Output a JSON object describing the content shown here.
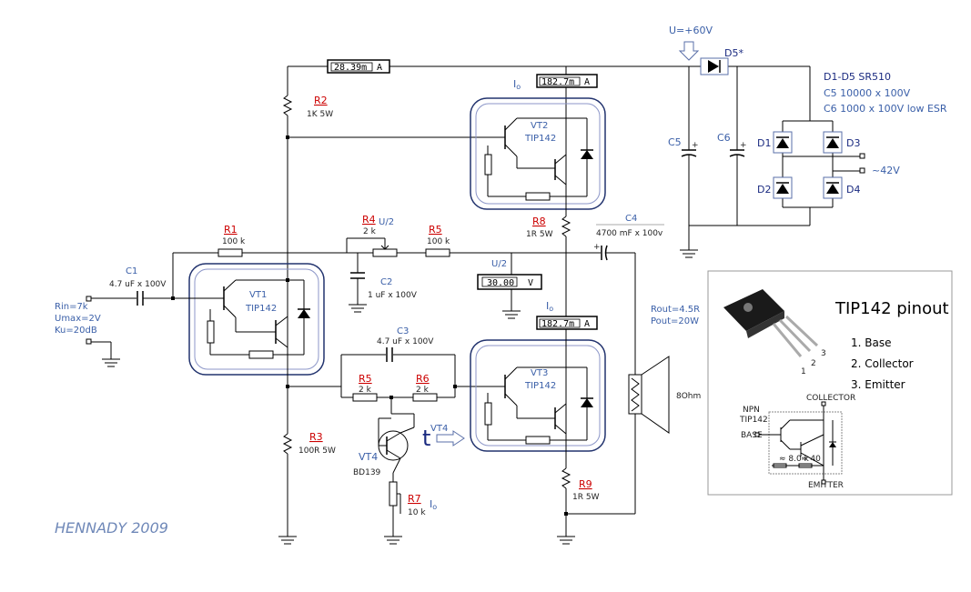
{
  "supply": {
    "voltage_label": "U=+60V",
    "ac_label": "~42V"
  },
  "parts_notes": {
    "line1": "D1-D5 SR510",
    "line2": "C5 10000 x 100V",
    "line3": "C6 1000 x 100V low ESR"
  },
  "meters": {
    "top": "28.39m",
    "top_unit": "A",
    "vt2": "182.7m",
    "vt2_unit": "A",
    "mid": "30.00",
    "mid_unit": "V",
    "vt3": "182.7m",
    "vt3_unit": "A"
  },
  "current_marks": {
    "io": "I",
    "io_sub": "o"
  },
  "resistors": {
    "r1_name": "R1",
    "r1_val": "100 k",
    "r2_name": "R2",
    "r2_val": "1K 5W",
    "r3_name": "R3",
    "r3_val": "100R 5W",
    "r4_name": "R4",
    "r4_val": "2 k",
    "r4_note": "U/2",
    "r5_name": "R5",
    "r5_val": "100 k",
    "r5b_name": "R5",
    "r5b_val": "2 k",
    "r6_name": "R6",
    "r6_val": "2 k",
    "r7_name": "R7",
    "r7_val": "10 k",
    "r8_name": "R8",
    "r8_val": "1R 5W",
    "r9_name": "R9",
    "r9_val": "1R 5W"
  },
  "capacitors": {
    "c1_name": "C1",
    "c1_val": "4.7 uF x 100V",
    "c2_name": "C2",
    "c2_val": "1 uF x 100V",
    "c3_name": "C3",
    "c3_val": "4.7 uF x 100V",
    "c4_name": "C4",
    "c4_val": "4700 mF x 100v",
    "c5_name": "C5",
    "c6_name": "C6"
  },
  "transistors": {
    "vt1_name": "VT1",
    "vt1_type": "TIP142",
    "vt2_name": "VT2",
    "vt2_type": "TIP142",
    "vt3_name": "VT3",
    "vt3_type": "TIP142",
    "vt4_name": "VT4",
    "vt4_type": "BD139",
    "vt4_arrow_label": "VT4",
    "t_mark": "t"
  },
  "diodes": {
    "d1": "D1",
    "d2": "D2",
    "d3": "D3",
    "d4": "D4",
    "d5": "D5*"
  },
  "mid_note": "U/2",
  "input_notes": {
    "line1": "Rin=7k",
    "line2": "Umax=2V",
    "line3": "Ku=20dB"
  },
  "output_notes": {
    "line1": "Rout=4.5R",
    "line2": "Pout=20W",
    "speaker": "8Ohm"
  },
  "author": "HENNADY  2009",
  "pinout": {
    "title": "TIP142 pinout",
    "pin1": "1. Base",
    "pin2": "2. Collector",
    "pin3": "3. Emitter",
    "num1": "1",
    "num2": "2",
    "num3": "3",
    "npn": "NPN",
    "part": "TIP142",
    "collector": "COLLECTOR",
    "base": "BASE",
    "emitter": "EMITTER",
    "r1": "≈ 8.0 k",
    "r2": "≈ 40"
  }
}
